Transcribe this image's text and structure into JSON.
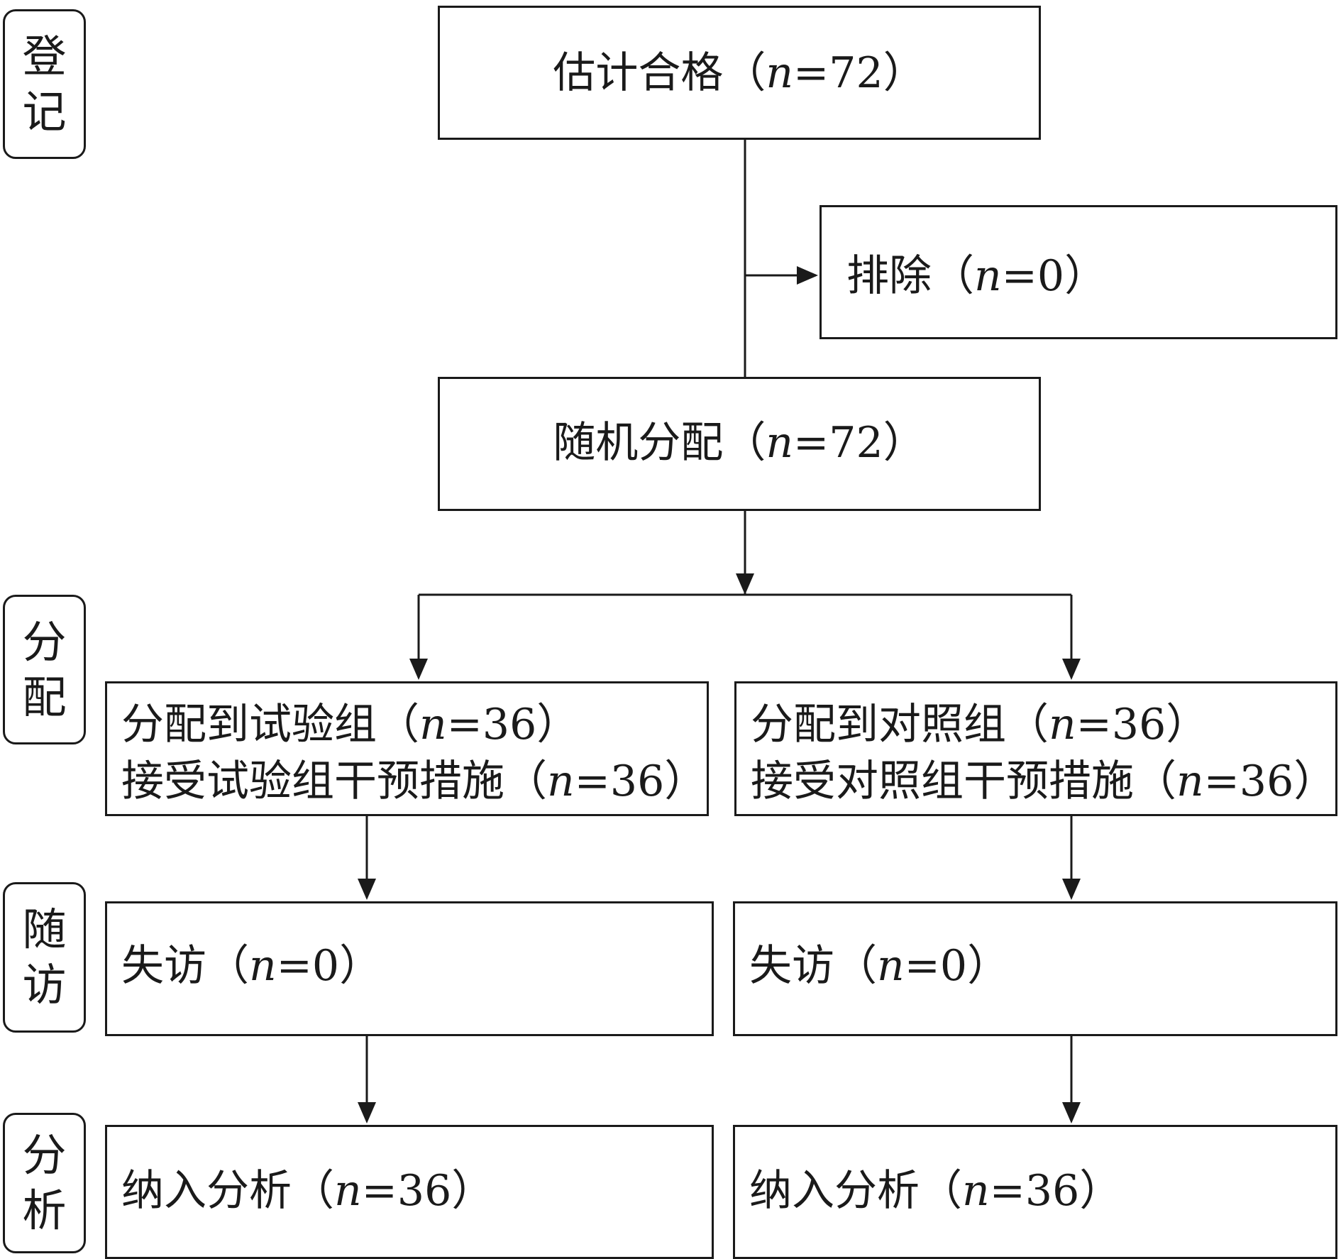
{
  "stages": {
    "enrollment": [
      "登",
      "记"
    ],
    "allocation": [
      "分",
      "配"
    ],
    "followup": [
      "随",
      "访"
    ],
    "analysis": [
      "分",
      "析"
    ]
  },
  "boxes": {
    "eligible": {
      "label": "估计合格（",
      "n_sym": "n",
      "n_val": "=72",
      "close": "）"
    },
    "excluded": {
      "label": "排除（",
      "n_sym": "n",
      "n_val": "=0",
      "close": "）"
    },
    "randomized": {
      "label": "随机分配（",
      "n_sym": "n",
      "n_val": "=72",
      "close": "）"
    },
    "trial_alloc": {
      "line1": {
        "label": "分配到试验组（",
        "n_sym": "n",
        "n_val": "=36",
        "close": "）"
      },
      "line2": {
        "label": "接受试验组干预措施（",
        "n_sym": "n",
        "n_val": "=36",
        "close": "）"
      }
    },
    "control_alloc": {
      "line1": {
        "label": "分配到对照组（",
        "n_sym": "n",
        "n_val": "=36",
        "close": "）"
      },
      "line2": {
        "label": "接受对照组干预措施（",
        "n_sym": "n",
        "n_val": "=36",
        "close": "）"
      }
    },
    "trial_lost": {
      "label": "失访（",
      "n_sym": "n",
      "n_val": "=0",
      "close": "）"
    },
    "control_lost": {
      "label": "失访（",
      "n_sym": "n",
      "n_val": "=0",
      "close": "）"
    },
    "trial_analysis": {
      "label": "纳入分析（",
      "n_sym": "n",
      "n_val": "=36",
      "close": "）"
    },
    "control_analysis": {
      "label": "纳入分析（",
      "n_sym": "n",
      "n_val": "=36",
      "close": "）"
    }
  }
}
